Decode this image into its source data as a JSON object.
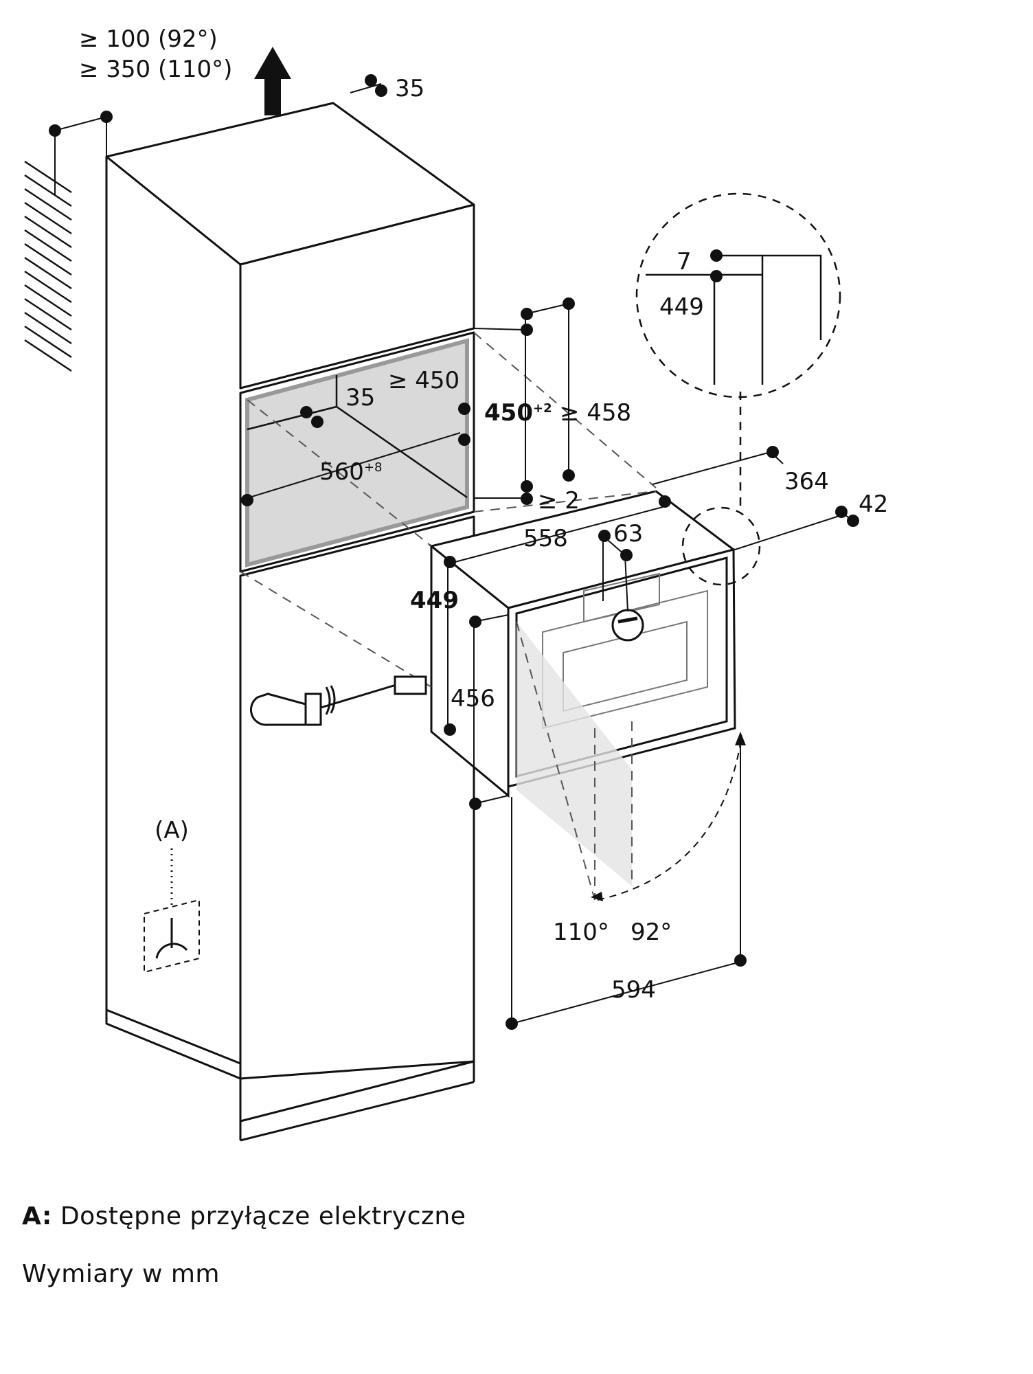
{
  "clearance_top": [
    "≥ 100 (92°)",
    "≥ 350 (110°)"
  ],
  "dims": {
    "top_35": "35",
    "niche_depth": "≥ 450",
    "inner_35": "35",
    "niche_width": "560",
    "niche_width_tol": "+8",
    "niche_height": "450",
    "niche_height_tol": "+2",
    "min_height": "≥ 458",
    "gap": "≥ 2",
    "depth_364": "364",
    "depth_42": "42",
    "body_width": "558",
    "pipe_63": "63",
    "body_height": "449",
    "front_height": "456",
    "front_width": "594",
    "angle_110": "110°",
    "angle_92": "92°",
    "detail_7": "7",
    "detail_449": "449",
    "conn_label": "(A)"
  },
  "legend": {
    "a_key": "A:",
    "a_text": "Dostępne przyłącze elektryczne",
    "units": "Wymiary w mm"
  }
}
